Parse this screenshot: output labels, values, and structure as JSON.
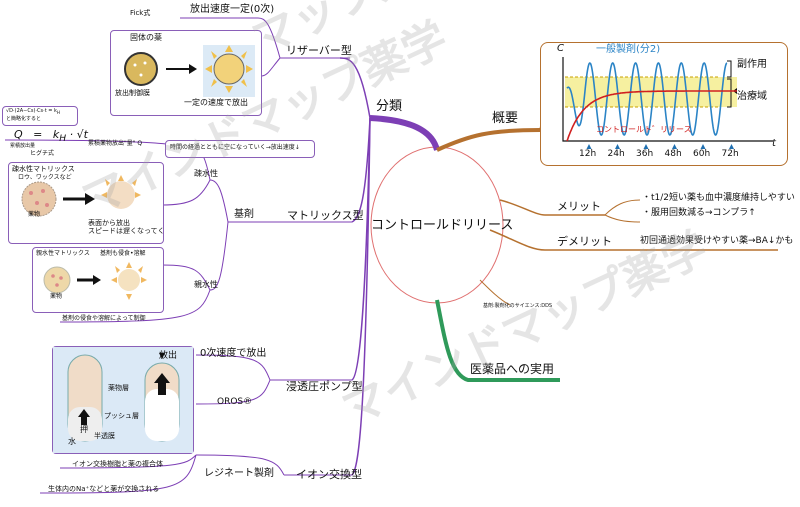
{
  "center": {
    "label": "コントロールドリリース"
  },
  "center_note": "基剤:製剤化のサイエンス:DDS",
  "branches": {
    "classification": {
      "label": "分類"
    },
    "overview": {
      "label": "概要"
    },
    "merit": {
      "label": "メリット"
    },
    "demerit": {
      "label": "デメリット"
    },
    "practical": {
      "label": "医薬品への実用"
    }
  },
  "merit_items": [
    "・t1/2短い薬も血中濃度維持しやすい",
    "・服用回数減る→コンプラ↑"
  ],
  "demerit_text": "初回通過効果受けやすい薬→BA↓かも",
  "reservoir": {
    "label": "リザーバー型",
    "sub": "放出速度一定(0次)",
    "fick": "Fick式",
    "solid_drug": "固体の薬",
    "membrane": "放出制御膜",
    "constant": "一定の速度で放出"
  },
  "matrix": {
    "label": "マトリックス型",
    "base": "基剤",
    "hydrophobic": "疎水性",
    "hydrophilic": "親水性",
    "time_note": "時間の経過とともに空になっていく→放出速度↓",
    "higuchi_eq_note": "と簡略化すると",
    "higuchi_q_label": "累積放出量",
    "higuchi_k_label": "ヒグチ式",
    "release_note": "累積薬物放出\"量\" Q",
    "hydrophobic_matrix": "疎水性マトリックス",
    "wax": "ロウ、ワックスなど",
    "drug": "薬物",
    "surface_slow": "表面から放出\nスピードは遅くなってく",
    "hydrophilic_matrix": "親水性マトリックス",
    "erosion": "基剤も侵食•溶解",
    "controlled_by": "基剤の侵食や溶解によって制御"
  },
  "osmotic": {
    "label": "浸透圧ポンプ型",
    "zero_order": "0次速度で放出",
    "oros": "OROS®",
    "release": "放出",
    "drug_layer": "薬物層",
    "push_layer": "プッシュ層",
    "membrane": "半透膜",
    "push": "押",
    "water": "水"
  },
  "ion": {
    "label": "イオン交換型",
    "resinate": "レジネート製剤",
    "complex": "イオン交換樹脂と薬の複合体",
    "exchange": "生体内のNa⁺などと薬が交換される"
  },
  "chart_data": {
    "type": "line",
    "ylabel": "C",
    "xlabel": "t",
    "categories": [
      "12h",
      "24h",
      "36h",
      "48h",
      "60h",
      "72h"
    ],
    "series": [
      {
        "name": "一般製剤(分2)"
      },
      {
        "name": "コントロールト゛リリース"
      }
    ],
    "bands": [
      "副作用",
      "治療域"
    ],
    "colors": {
      "general": "#2b84c6",
      "controlled": "#d02020",
      "therapeutic": "#f6f0a0"
    }
  },
  "watermark": [
    "マインドマップ薬学",
    "マインドマップ薬学",
    "マップ薬学"
  ],
  "colors": {
    "purple": "#7d3fb5",
    "brown": "#b5712f",
    "green": "#2f9a5a",
    "red": "#e03030"
  }
}
